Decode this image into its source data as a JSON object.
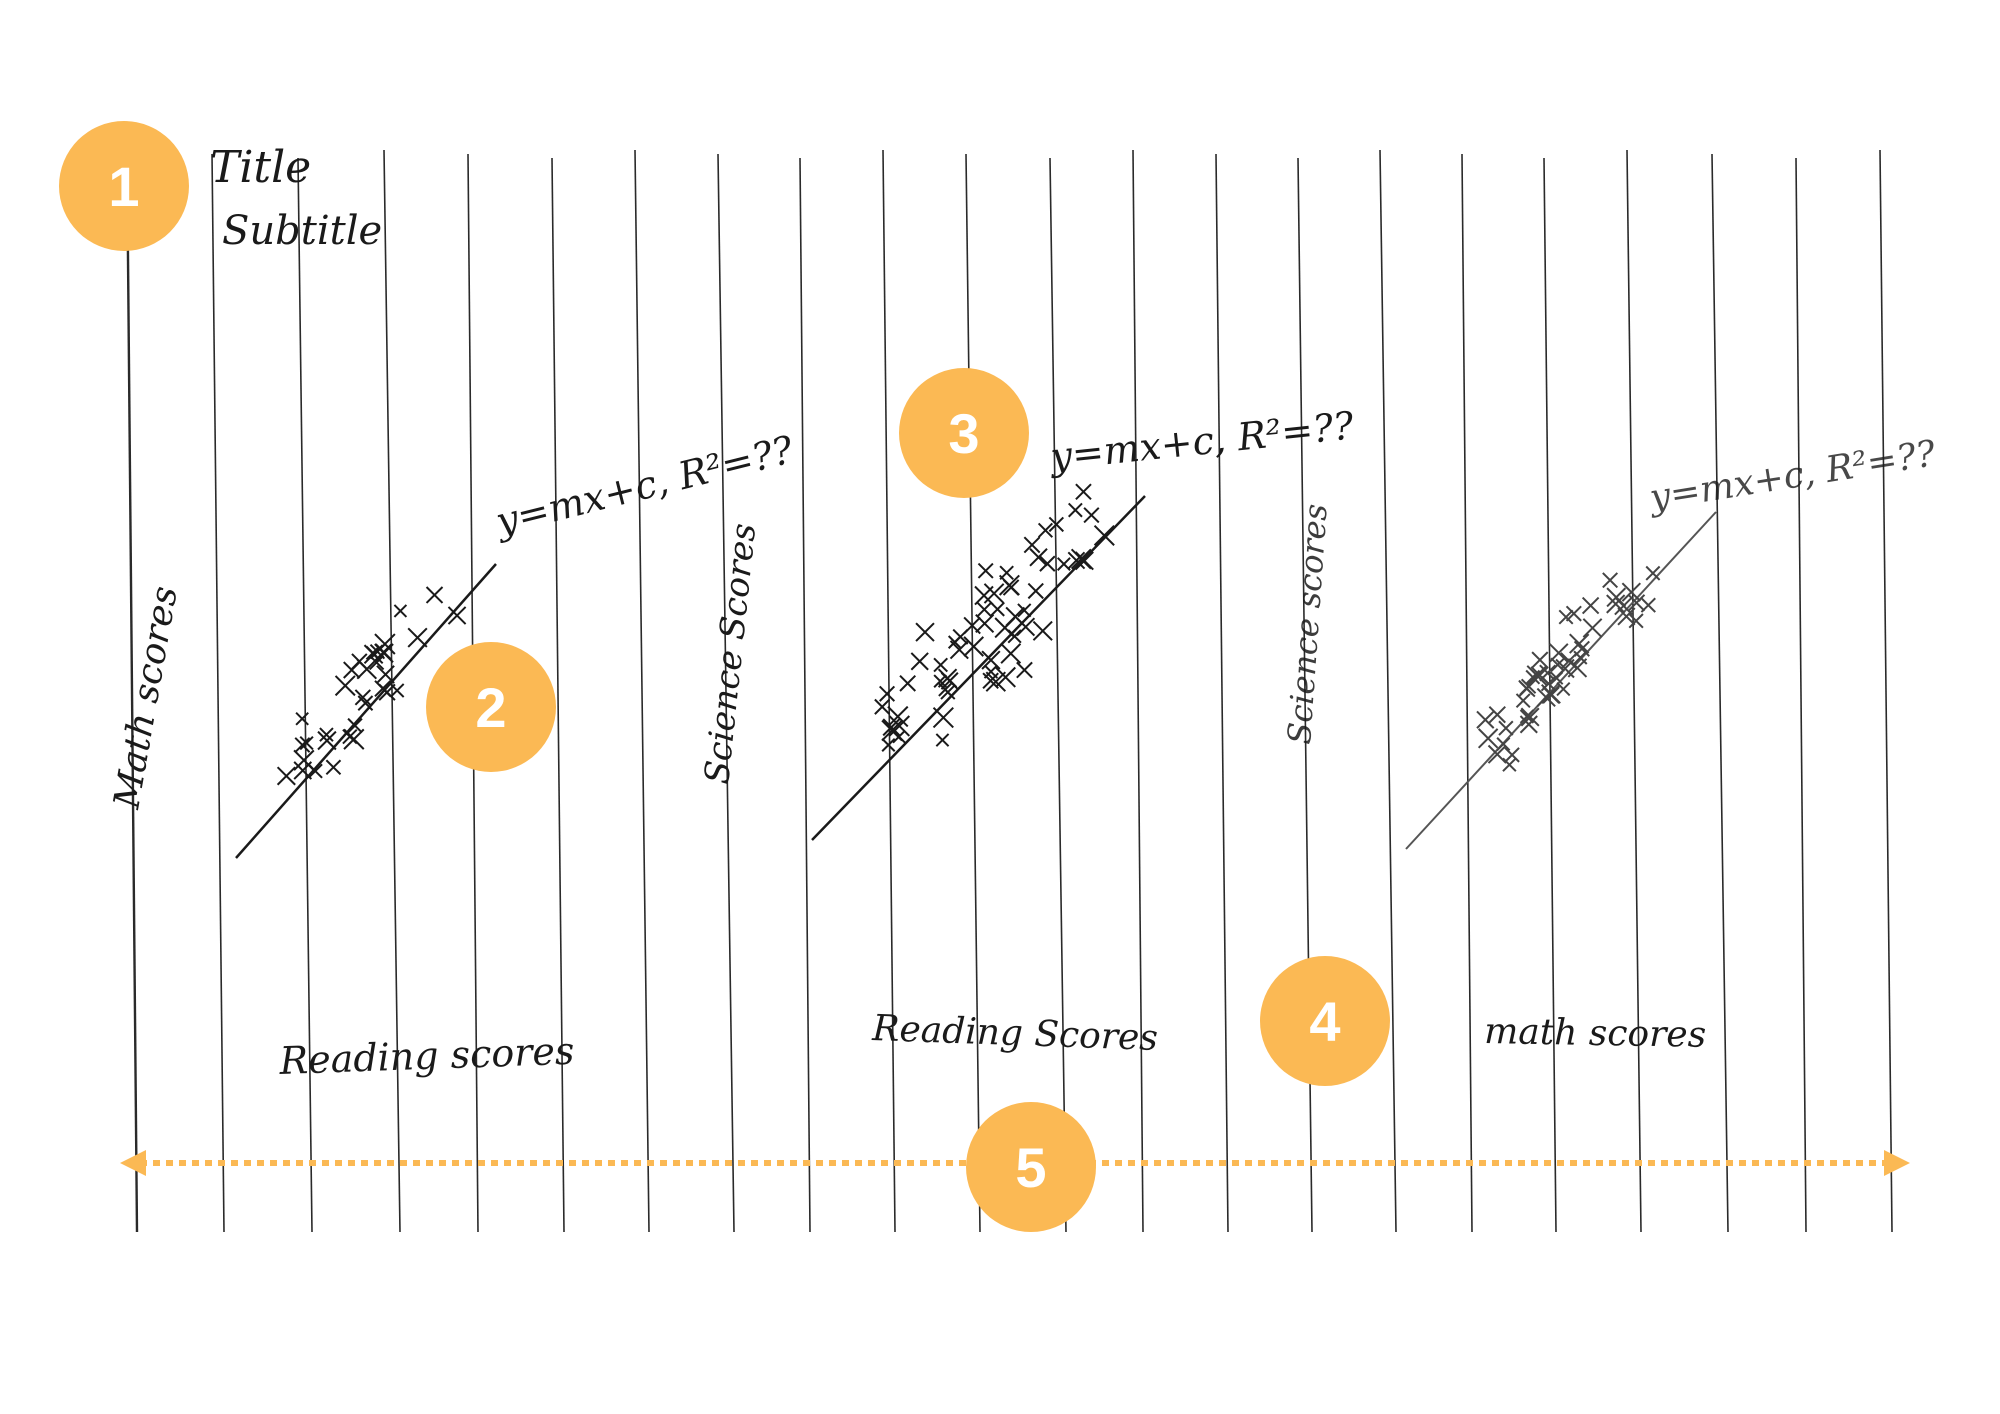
{
  "colors": {
    "paper": "#ffffff",
    "rule_line": "#2a2a2a",
    "ink": "#1a1a1a",
    "badge": "#fbb954",
    "arrow": "#fbb954"
  },
  "header": {
    "title": "Title",
    "subtitle": "Subtitle"
  },
  "panels": [
    {
      "y_label": "Math scores",
      "x_label": "Reading scores",
      "equation": "y=mx+c, R²=??"
    },
    {
      "y_label": "Science Scores",
      "x_label": "Reading Scores",
      "equation": "y=mx+c, R²=??"
    },
    {
      "y_label": "Science scores",
      "x_label": "math scores",
      "equation": "y=mx+c, R²=??"
    }
  ],
  "badges": [
    "1",
    "2",
    "3",
    "4",
    "5"
  ]
}
